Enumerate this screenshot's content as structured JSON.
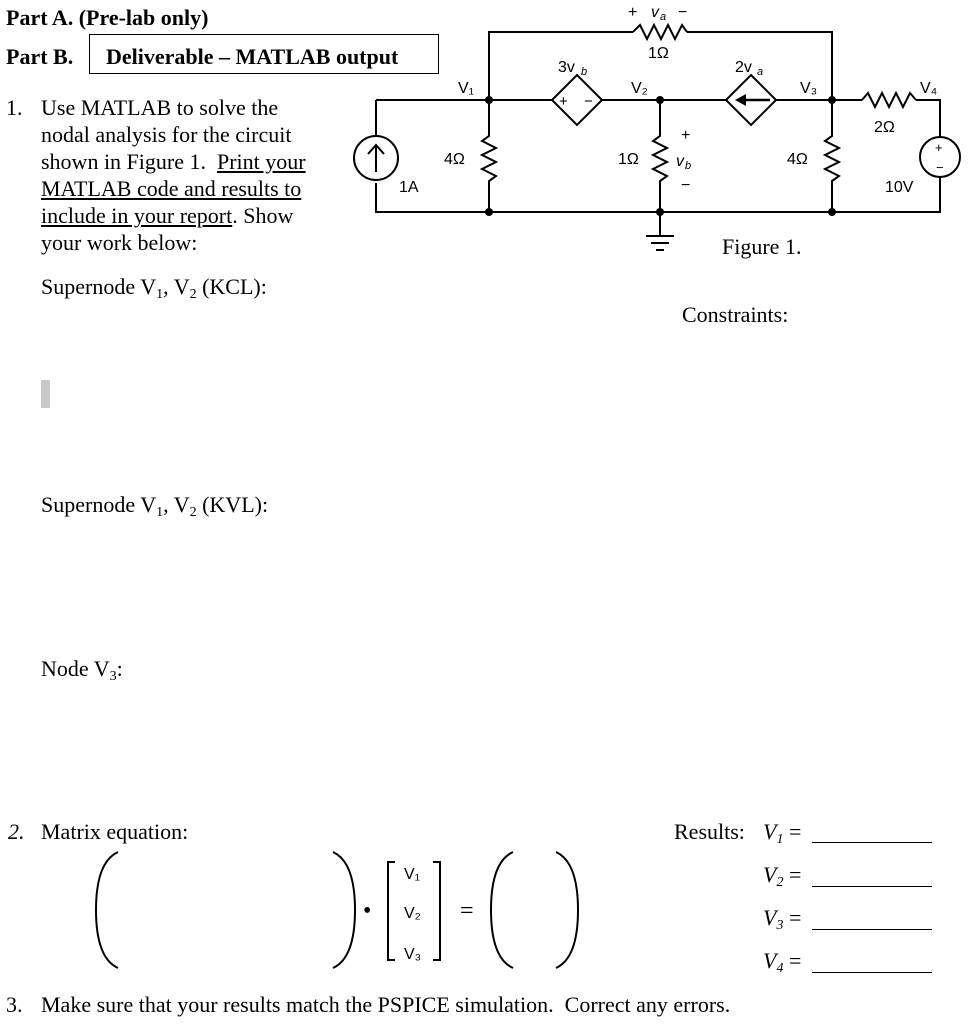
{
  "header": {
    "part_a": "Part A.",
    "part_a_desc": "(Pre-lab only)",
    "part_b": "Part B.",
    "part_b_desc": "Deliverable – MATLAB output"
  },
  "q1": {
    "num": "1.",
    "lines": [
      "Use  MATLAB  to  solve  the",
      "nodal  analysis  for  the  circuit",
      "shown in Figure 1.",
      "your work below:"
    ],
    "print_your": "Print your",
    "matlab_code": "MATLAB code and results to",
    "include": "include in your report",
    "show": ". Show",
    "kcl": "Supernode V",
    "kcl_rest": "(KCL):",
    "kvl": "Supernode V",
    "kvl_rest": "(KVL):",
    "node3": "Node V",
    "sub1": "1",
    "sub2": "2",
    "sub3": "3",
    "comma": ", V"
  },
  "figure": {
    "caption": "Figure 1.",
    "constraints": "Constraints:",
    "labels": {
      "va_plus": "+",
      "va": "v",
      "va_sub": "a",
      "va_minus": "−",
      "r_top": "1Ω",
      "v1": "V₁",
      "v2": "V₂",
      "v3": "V₃",
      "v4": "V₄",
      "dep_v": "3v",
      "dep_v_sub": "b",
      "dep_i": "2v",
      "dep_i_sub": "a",
      "r4a": "4Ω",
      "r1": "1Ω",
      "r4b": "4Ω",
      "r2": "2Ω",
      "src_i": "1A",
      "src_v": "10V",
      "vb_plus": "+",
      "vb": "v",
      "vb_sub": "b",
      "vb_minus": "−",
      "dep_plus": "+",
      "dep_minus": "−",
      "src_plus": "+",
      "src_minus": "−"
    }
  },
  "q2": {
    "num": "2.",
    "label": "Matrix equation:",
    "vector": [
      "V₁",
      "V₂",
      "V₃"
    ],
    "dot": "•",
    "eq": "=",
    "results_label": "Results:",
    "results": [
      {
        "var": "V",
        "sub": "1",
        "eq": "="
      },
      {
        "var": "V",
        "sub": "2",
        "eq": "="
      },
      {
        "var": "V",
        "sub": "3",
        "eq": "="
      },
      {
        "var": "V",
        "sub": "4",
        "eq": "="
      }
    ]
  },
  "q3": {
    "num": "3.",
    "text": "Make sure that your results match the PSPICE simulation.",
    "text2": "Correct any errors."
  }
}
